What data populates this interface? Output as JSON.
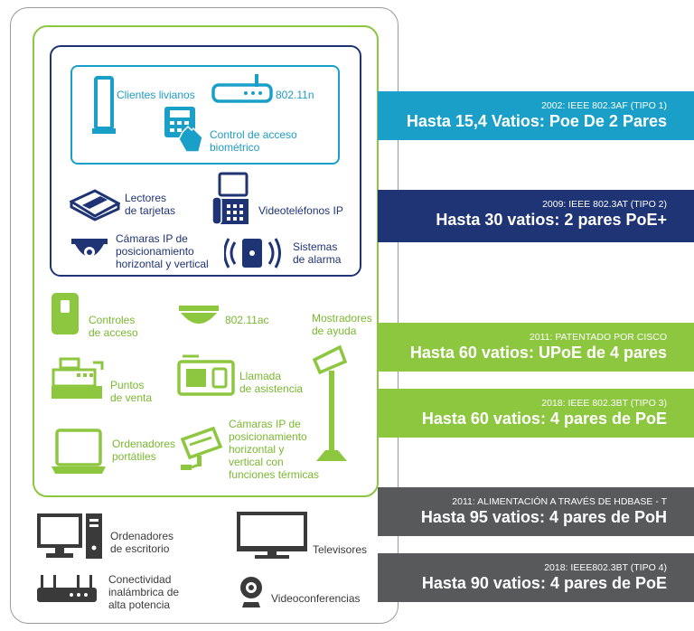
{
  "colors": {
    "cyan": "#1aa0c8",
    "navy": "#1f3474",
    "green": "#8dc63f",
    "gray": "#58595b",
    "text_dark": "#3a3a3a"
  },
  "devices": {
    "clientes": "Clientes livianos",
    "wifi_n": "802.11n",
    "control_acceso_bio": "Control de acceso\nbiométrico",
    "lectores": "Lectores\nde tarjetas",
    "videotelefonos": "Videoteléfonos IP",
    "camaras_ptz": "Cámaras IP de\nposicionamiento\nhorizontal y vertical",
    "sistemas_alarma": "Sistemas\nde alarma",
    "controles_acceso": "Controles\nde acceso",
    "wifi_ac": "802.11ac",
    "mostradores": "Mostradores\nde ayuda",
    "puntos_venta": "Puntos\nde venta",
    "llamada": "Llamada\nde asistencia",
    "ordenadores_portatiles": "Ordenadores\nportátiles",
    "camaras_termicas": "Cámaras IP de\nposicionamiento\nhorizontal y\nvertical con\nfunciones térmicas",
    "ordenadores_escritorio": "Ordenadores\nde escritorio",
    "televisores": "Televisores",
    "conectividad": "Conectividad\ninalámbrica de\nalta potencia",
    "videoconferencias": "Videoconferencias"
  },
  "bands": [
    {
      "small": "2002: IEEE 802.3AF (TIPO 1)",
      "big": "Hasta 15,4 Vatios: Poe De 2 Pares",
      "color": "#1aa0c8"
    },
    {
      "small": "2009: IEEE 802.3AT (TIPO 2)",
      "big": "Hasta 30 vatios: 2 pares PoE+",
      "color": "#1f3474"
    },
    {
      "small": "2011: PATENTADO POR CISCO",
      "big": "Hasta 60 vatios: UPoE de 4 pares",
      "color": "#8dc63f"
    },
    {
      "small": "2018: IEEE 802.3BT (TIPO 3)",
      "big": "Hasta 60 vatios: 4 pares de PoE",
      "color": "#8dc63f"
    },
    {
      "small": "2011: ALIMENTACIÓN A TRAVÉS DE HDBASE - T",
      "big": "Hasta 95 vatios: 4 pares de PoH",
      "color": "#58595b"
    },
    {
      "small": "2018: IEEE802.3BT (TIPO 4)",
      "big": "Hasta 90 vatios: 4 pares de PoE",
      "color": "#58595b"
    }
  ]
}
